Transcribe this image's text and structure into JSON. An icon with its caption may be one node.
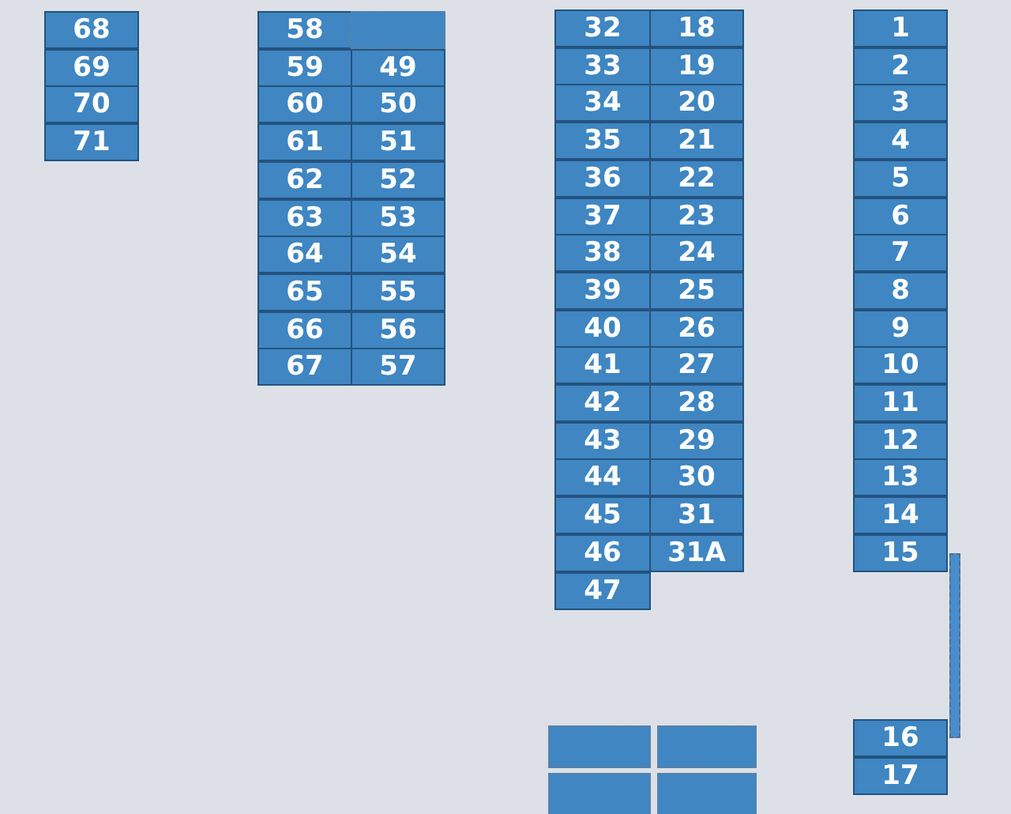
{
  "diagram": {
    "nodes": [
      {
        "text": [
          "68"
        ]
      },
      {
        "text": [
          "69"
        ]
      },
      {
        "text": [
          "70"
        ]
      },
      {
        "text": [
          "71"
        ]
      },
      {
        "text": [
          "58"
        ]
      },
      {
        "text": [
          "59"
        ]
      },
      {
        "text": [
          "60"
        ]
      },
      {
        "text": [
          "61"
        ]
      },
      {
        "text": [
          "62"
        ]
      },
      {
        "text": [
          "63"
        ]
      },
      {
        "text": [
          "64"
        ]
      },
      {
        "text": [
          "65"
        ]
      },
      {
        "text": [
          "66"
        ]
      },
      {
        "text": [
          "67"
        ]
      },
      {
        "text": [],
        "shape": "box"
      },
      {
        "text": [
          "49"
        ]
      },
      {
        "text": [
          "50"
        ]
      },
      {
        "text": [
          "51"
        ]
      },
      {
        "text": [
          "52"
        ]
      },
      {
        "text": [
          "53"
        ]
      },
      {
        "text": [
          "54"
        ]
      },
      {
        "text": [
          "55"
        ]
      },
      {
        "text": [
          "56"
        ]
      },
      {
        "text": [
          "57"
        ]
      },
      {
        "text": [
          "32"
        ]
      },
      {
        "text": [
          "33"
        ]
      },
      {
        "text": [
          "34"
        ]
      },
      {
        "text": [
          "35"
        ]
      },
      {
        "text": [
          "36"
        ]
      },
      {
        "text": [
          "37"
        ]
      },
      {
        "text": [
          "38"
        ]
      },
      {
        "text": [
          "39"
        ]
      },
      {
        "text": [
          "40"
        ]
      },
      {
        "text": [
          "41"
        ]
      },
      {
        "text": [
          "42"
        ]
      },
      {
        "text": [
          "43"
        ]
      },
      {
        "text": [
          "44"
        ]
      },
      {
        "text": [
          "45"
        ]
      },
      {
        "text": [
          "46"
        ]
      },
      {
        "text": [
          "47"
        ]
      },
      {
        "text": [
          "18"
        ]
      },
      {
        "text": [
          "19"
        ]
      },
      {
        "text": [
          "20"
        ]
      },
      {
        "text": [
          "21"
        ]
      },
      {
        "text": [
          "22"
        ]
      },
      {
        "text": [
          "23"
        ]
      },
      {
        "text": [
          "24"
        ]
      },
      {
        "text": [
          "25"
        ]
      },
      {
        "text": [
          "26"
        ]
      },
      {
        "text": [
          "27"
        ]
      },
      {
        "text": [
          "28"
        ]
      },
      {
        "text": [
          "29"
        ]
      },
      {
        "text": [
          "30"
        ]
      },
      {
        "text": [
          "31"
        ]
      },
      {
        "text": [
          "31A"
        ]
      },
      {
        "text": [
          "1"
        ]
      },
      {
        "text": [
          "2"
        ]
      },
      {
        "text": [
          "3"
        ]
      },
      {
        "text": [
          "4"
        ]
      },
      {
        "text": [
          "5"
        ]
      },
      {
        "text": [
          "6"
        ]
      },
      {
        "text": [
          "7"
        ]
      },
      {
        "text": [
          "8"
        ]
      },
      {
        "text": [
          "9"
        ]
      },
      {
        "text": [
          "10"
        ]
      },
      {
        "text": [
          "11"
        ]
      },
      {
        "text": [
          "12"
        ]
      },
      {
        "text": [
          "13"
        ]
      },
      {
        "text": [
          "14"
        ]
      },
      {
        "text": [
          "15"
        ]
      },
      {
        "text": [],
        "shape": "bar"
      },
      {
        "text": [
          "16"
        ]
      },
      {
        "text": [
          "17"
        ]
      },
      {
        "text": [],
        "shape": "box"
      },
      {
        "text": [],
        "shape": "box"
      },
      {
        "text": [],
        "shape": "box"
      },
      {
        "text": [],
        "shape": "box"
      }
    ]
  }
}
